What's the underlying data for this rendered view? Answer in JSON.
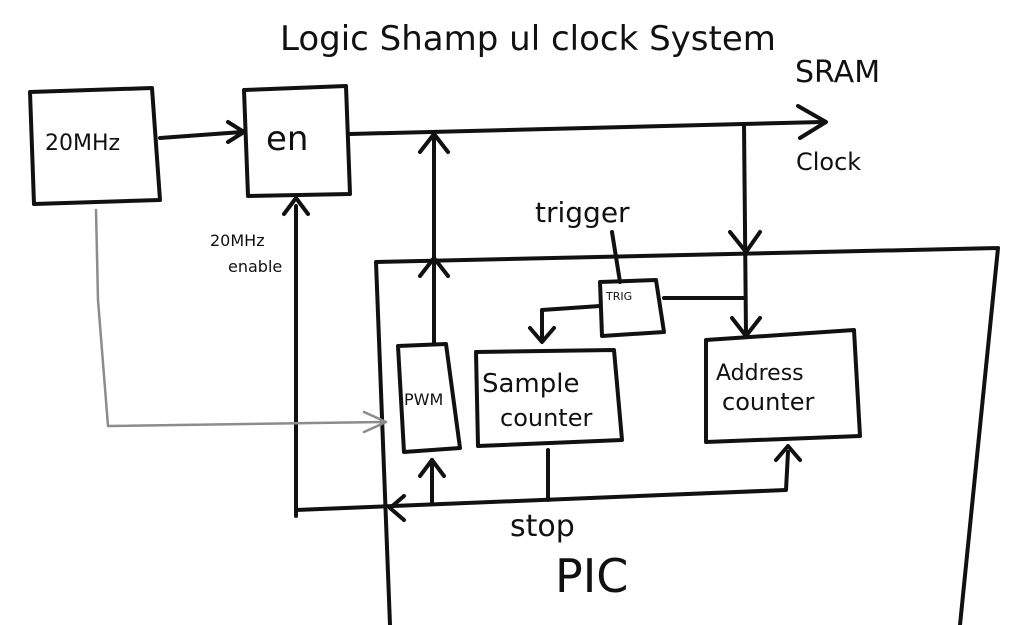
{
  "title": "Logic Shamp ul clock System",
  "blocks": {
    "osc": "20MHz",
    "en": "en",
    "pwm": "PWM",
    "sample_counter": [
      "Sample",
      "counter"
    ],
    "address_counter": [
      "Address",
      "counter"
    ],
    "trigger_box": "TRIG"
  },
  "labels": {
    "sram": "SRAM",
    "clock": "Clock",
    "trigger": "trigger",
    "enable": [
      "20MHz",
      "enable"
    ],
    "stop": "stop",
    "pic": "PIC"
  },
  "colors": {
    "ink": "#111111",
    "gray_wire": "#8c8c8c"
  }
}
